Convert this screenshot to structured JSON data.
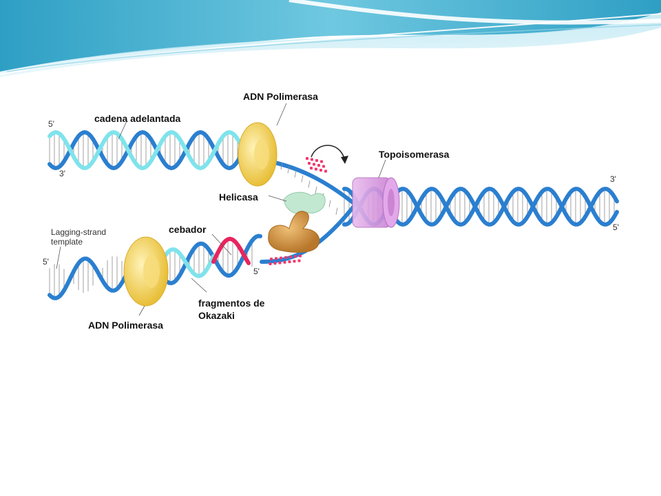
{
  "slide": {
    "header": {
      "wave_colors": [
        "#3fa9c9",
        "#8fd3e6",
        "#ffffff"
      ]
    },
    "figure": {
      "colors": {
        "parental_strand": "#2b7fd0",
        "new_strand": "#7fe3ec",
        "primer": "#e8245e",
        "polymerase": "#f4cf55",
        "topoisomerase": "#d99ae0",
        "helicase": "#a8dcc0",
        "primase": "#d2923c",
        "ssb_protein": "#f0386e"
      },
      "labels": {
        "leading_strand": "cadena adelantada",
        "polymerase_top": "ADN Polimerasa",
        "topoisomerase": "Topoisomerasa",
        "helicase": "Helicasa",
        "primer": "cebador",
        "lagging_template": "Lagging-strand template",
        "okazaki_line1": "fragmentos de",
        "okazaki_line2": "Okazaki",
        "polymerase_bottom": "ADN Polimerasa"
      },
      "ends": {
        "top_left_5": "5'",
        "top_left_3": "3'",
        "right_3": "3'",
        "right_5": "5'",
        "bottom_left_5": "5'",
        "bottom_mid_5": "5'"
      }
    }
  }
}
